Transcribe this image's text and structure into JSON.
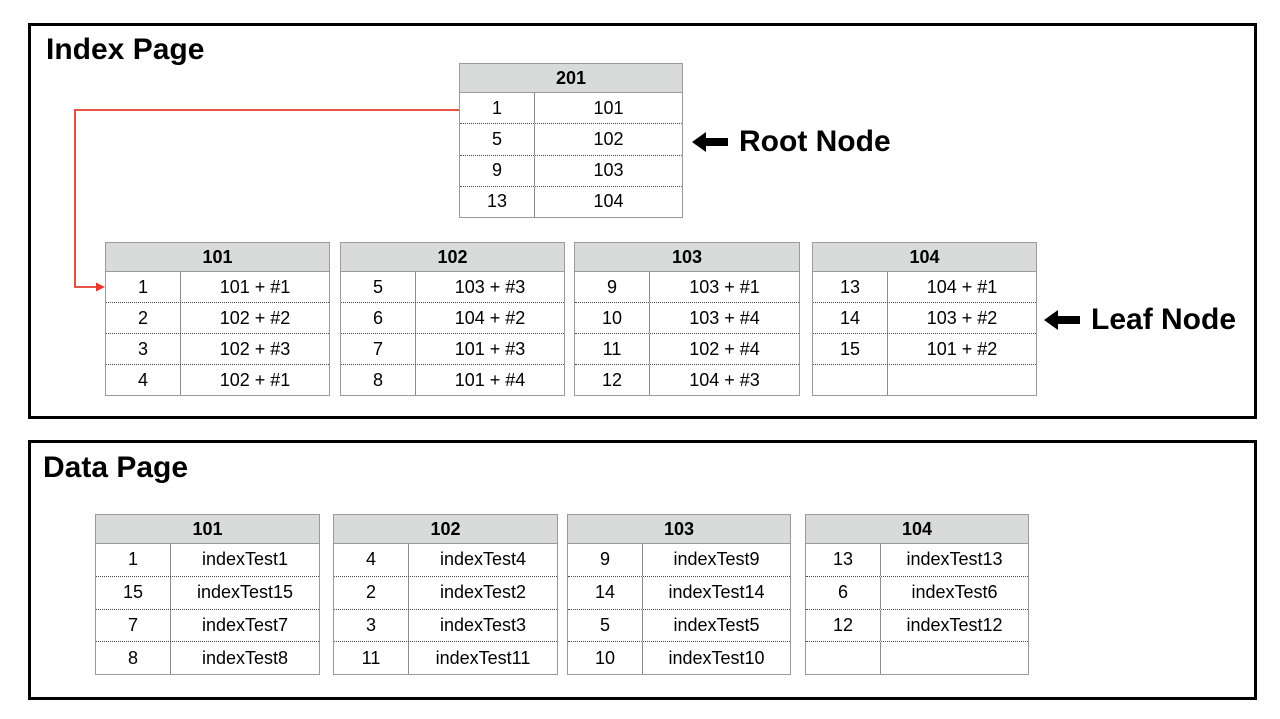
{
  "index_page": {
    "title": "Index Page",
    "root_label": "Root Node",
    "leaf_label": "Leaf Node",
    "root_table": {
      "header": "201",
      "rows": [
        [
          "1",
          "101"
        ],
        [
          "5",
          "102"
        ],
        [
          "9",
          "103"
        ],
        [
          "13",
          "104"
        ]
      ]
    },
    "leaf_tables": [
      {
        "header": "101",
        "rows": [
          [
            "1",
            "101 + #1"
          ],
          [
            "2",
            "102 + #2"
          ],
          [
            "3",
            "102 + #3"
          ],
          [
            "4",
            "102 + #1"
          ]
        ]
      },
      {
        "header": "102",
        "rows": [
          [
            "5",
            "103 + #3"
          ],
          [
            "6",
            "104 + #2"
          ],
          [
            "7",
            "101 + #3"
          ],
          [
            "8",
            "101 + #4"
          ]
        ]
      },
      {
        "header": "103",
        "rows": [
          [
            "9",
            "103 + #1"
          ],
          [
            "10",
            "103 + #4"
          ],
          [
            "11",
            "102 + #4"
          ],
          [
            "12",
            "104 + #3"
          ]
        ]
      },
      {
        "header": "104",
        "rows": [
          [
            "13",
            "104 + #1"
          ],
          [
            "14",
            "103 + #2"
          ],
          [
            "15",
            "101 + #2"
          ],
          [
            "",
            ""
          ]
        ]
      }
    ]
  },
  "data_page": {
    "title": "Data Page",
    "tables": [
      {
        "header": "101",
        "rows": [
          [
            "1",
            "indexTest1"
          ],
          [
            "15",
            "indexTest15"
          ],
          [
            "7",
            "indexTest7"
          ],
          [
            "8",
            "indexTest8"
          ]
        ]
      },
      {
        "header": "102",
        "rows": [
          [
            "4",
            "indexTest4"
          ],
          [
            "2",
            "indexTest2"
          ],
          [
            "3",
            "indexTest3"
          ],
          [
            "11",
            "indexTest11"
          ]
        ]
      },
      {
        "header": "103",
        "rows": [
          [
            "9",
            "indexTest9"
          ],
          [
            "14",
            "indexTest14"
          ],
          [
            "5",
            "indexTest5"
          ],
          [
            "10",
            "indexTest10"
          ]
        ]
      },
      {
        "header": "104",
        "rows": [
          [
            "13",
            "indexTest13"
          ],
          [
            "6",
            "indexTest6"
          ],
          [
            "12",
            "indexTest12"
          ],
          [
            "",
            ""
          ]
        ]
      }
    ]
  },
  "colors": {
    "pointer_arrow": "#e8392b",
    "table_header_bg": "#d8dbda",
    "table_border": "#9b9b9b",
    "panel_border": "#000000"
  }
}
